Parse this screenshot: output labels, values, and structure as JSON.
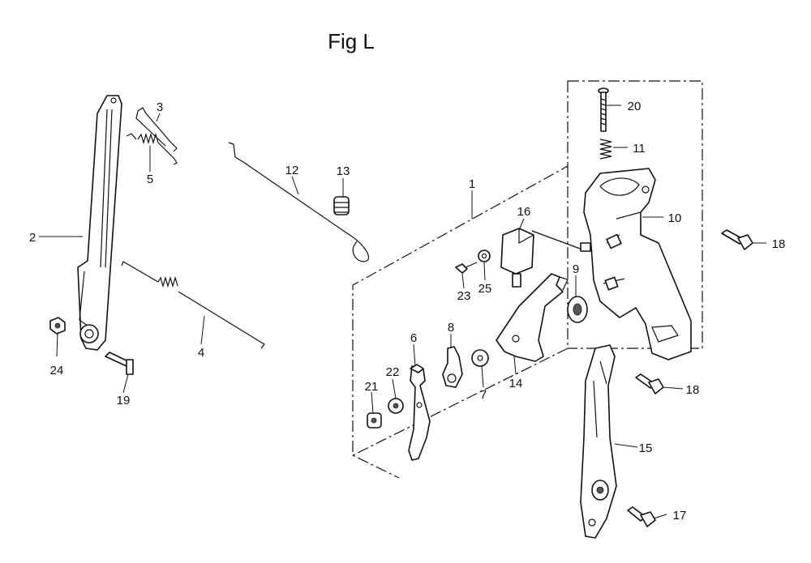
{
  "figure": {
    "title": "Fig L"
  },
  "callouts": {
    "c1": "1",
    "c2": "2",
    "c3": "3",
    "c4": "4",
    "c5": "5",
    "c6": "6",
    "c7": "7",
    "c8": "8",
    "c9": "9",
    "c10": "10",
    "c11": "11",
    "c12": "12",
    "c13": "13",
    "c14": "14",
    "c15": "15",
    "c16": "16",
    "c17": "17",
    "c18a": "18",
    "c18b": "18",
    "c19": "19",
    "c20": "20",
    "c21": "21",
    "c22": "22",
    "c23": "23",
    "c24": "24",
    "c25": "25"
  }
}
